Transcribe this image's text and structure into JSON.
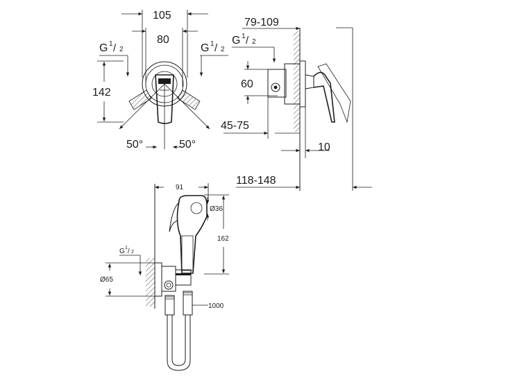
{
  "front_view": {
    "dim_overall_width": "105",
    "dim_body_width": "80",
    "dim_height": "142",
    "thread_left": {
      "prefix": "G",
      "num": "1",
      "den": "2"
    },
    "thread_right": {
      "prefix": "G",
      "num": "1",
      "den": "2"
    },
    "angle_left": "50°",
    "angle_right": "50°"
  },
  "side_view": {
    "dim_depth_range": "79-109",
    "thread": {
      "prefix": "G",
      "num": "1",
      "den": "2"
    },
    "dim_center_height": "60",
    "dim_wall_range": "45-75",
    "dim_offset": "10",
    "dim_total_depth": "118-148"
  },
  "handshower_view": {
    "dim_width": "91",
    "dim_head_diameter": "Ø36",
    "dim_length": "162",
    "thread": {
      "prefix": "G",
      "num": "1",
      "den": "2"
    },
    "dim_rosette_diameter": "Ø65",
    "dim_hose_length": "1000"
  }
}
